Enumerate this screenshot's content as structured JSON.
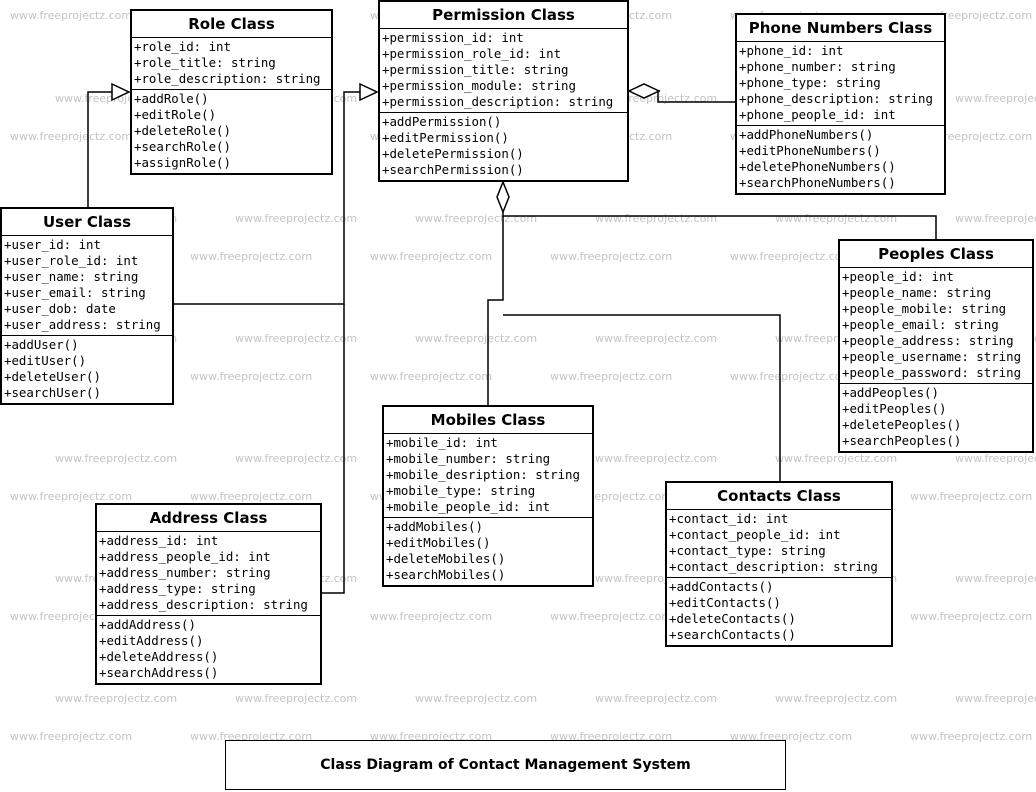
{
  "watermark": "www.freeprojectz.com",
  "caption": "Class Diagram of Contact Management System",
  "classes": {
    "role": {
      "name": "Role Class",
      "attributes": [
        "+role_id: int",
        "+role_title: string",
        "+role_description: string"
      ],
      "methods": [
        "+addRole()",
        "+editRole()",
        "+deleteRole()",
        "+searchRole()",
        "+assignRole()"
      ]
    },
    "permission": {
      "name": "Permission Class",
      "attributes": [
        "+permission_id: int",
        "+permission_role_id: int",
        "+permission_title: string",
        "+permission_module: string",
        "+permission_description: string"
      ],
      "methods": [
        "+addPermission()",
        "+editPermission()",
        "+deletePermission()",
        "+searchPermission()"
      ]
    },
    "phone": {
      "name": "Phone Numbers Class",
      "attributes": [
        "+phone_id: int",
        "+phone_number: string",
        "+phone_type: string",
        "+phone_description: string",
        "+phone_people_id: int"
      ],
      "methods": [
        "+addPhoneNumbers()",
        "+editPhoneNumbers()",
        "+deletePhoneNumbers()",
        "+searchPhoneNumbers()"
      ]
    },
    "user": {
      "name": "User Class",
      "attributes": [
        "+user_id: int",
        "+user_role_id: int",
        "+user_name: string",
        "+user_email: string",
        "+user_dob: date",
        "+user_address: string"
      ],
      "methods": [
        "+addUser()",
        "+editUser()",
        "+deleteUser()",
        "+searchUser()"
      ]
    },
    "peoples": {
      "name": "Peoples Class",
      "attributes": [
        "+people_id: int",
        "+people_name: string",
        "+people_mobile: string",
        "+people_email: string",
        "+people_address: string",
        "+people_username: string",
        "+people_password: string"
      ],
      "methods": [
        "+addPeoples()",
        "+editPeoples()",
        "+deletePeoples()",
        "+searchPeoples()"
      ]
    },
    "mobiles": {
      "name": "Mobiles Class",
      "attributes": [
        "+mobile_id: int",
        "+mobile_number: string",
        "+mobile_desription: string",
        "+mobile_type: string",
        "+mobile_people_id: int"
      ],
      "methods": [
        "+addMobiles()",
        "+editMobiles()",
        "+deleteMobiles()",
        "+searchMobiles()"
      ]
    },
    "contacts": {
      "name": "Contacts Class",
      "attributes": [
        "+contact_id: int",
        "+contact_people_id: int",
        "+contact_type: string",
        "+contact_description: string"
      ],
      "methods": [
        "+addContacts()",
        "+editContacts()",
        "+deleteContacts()",
        "+searchContacts()"
      ]
    },
    "address": {
      "name": "Address Class",
      "attributes": [
        "+address_id: int",
        "+address_people_id: int",
        "+address_number: string",
        "+address_type: string",
        "+address_description: string"
      ],
      "methods": [
        "+addAddress()",
        "+editAddress()",
        "+deleteAddress()",
        "+searchAddress()"
      ]
    }
  }
}
